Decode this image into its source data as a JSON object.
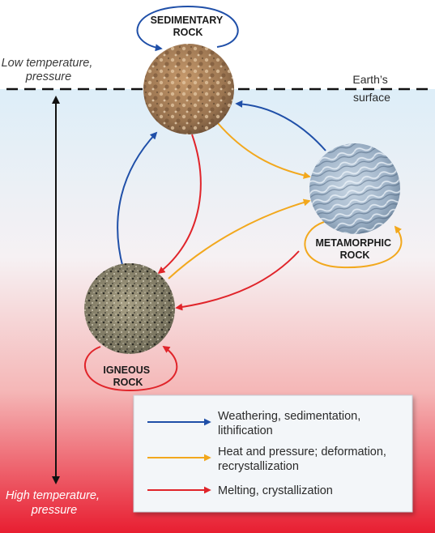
{
  "labels": {
    "low": [
      "Low temperature,",
      "pressure"
    ],
    "high": [
      "High temperature,",
      "pressure"
    ],
    "earth_surface": [
      "Earth’s",
      "surface"
    ]
  },
  "rocks": {
    "sedimentary": [
      "SEDIMENTARY",
      "ROCK"
    ],
    "metamorphic": [
      "METAMORPHIC",
      "ROCK"
    ],
    "igneous": [
      "IGNEOUS",
      "ROCK"
    ]
  },
  "legend": [
    {
      "lines": [
        "Weathering, sedimentation,",
        "lithification"
      ],
      "color": "#1f4fa8"
    },
    {
      "lines": [
        "Heat and pressure; deformation,",
        "recrystallization"
      ],
      "color": "#f2a81d"
    },
    {
      "lines": [
        "Melting, crystallization"
      ],
      "color": "#e0242a"
    }
  ],
  "colors": {
    "blue": "#1f4fa8",
    "orange": "#f2a81d",
    "red": "#e0242a"
  }
}
